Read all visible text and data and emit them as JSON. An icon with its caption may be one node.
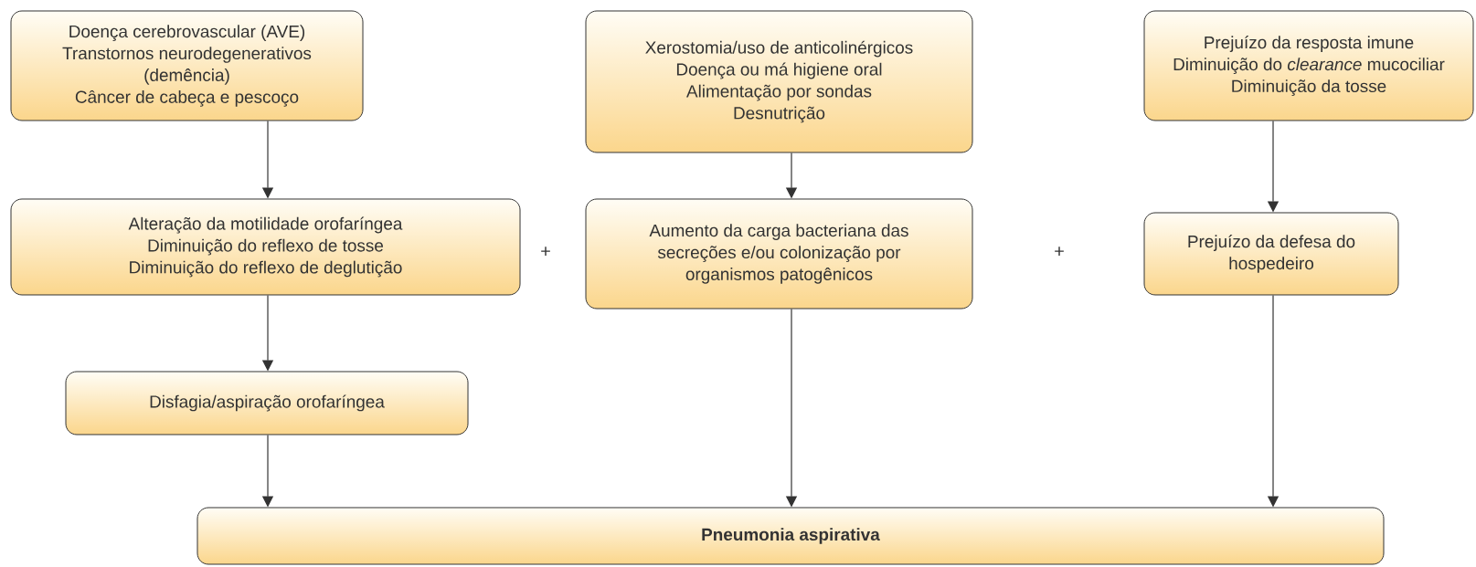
{
  "diagram": {
    "nodes": [
      {
        "text": [
          "Doença cerebrovascular (AVE)",
          "Transtornos neurodegenerativos (demência)",
          "Câncer de cabeça e pescoço"
        ]
      },
      {
        "text": [
          "Xerostomia/uso de anticolinérgicos",
          "Doença ou má higiene oral",
          "Alimentação por sondas",
          "Desnutrição"
        ]
      },
      {
        "text": [
          "Prejuízo da resposta imune",
          "Diminuição do *clearance* mucociliar",
          "Diminuição da tosse"
        ]
      },
      {
        "text": [
          "Alteração da motilidade orofaríngea",
          "Diminuição do reflexo de tosse",
          "Diminuição do reflexo de deglutição"
        ]
      },
      {
        "text": [
          "Aumento da carga bacteriana das secreções e/ou colonização por organismos patogênicos"
        ]
      },
      {
        "text": [
          "Prejuízo da defesa do hospedeiro"
        ]
      },
      {
        "text": [
          "Disfagia/aspiração orofaríngea"
        ]
      },
      {
        "text": [
          "**Pneumonia aspirativa**"
        ]
      }
    ],
    "edges": [
      {
        "from": 0,
        "to": 3,
        "arrow": "to"
      },
      {
        "from": 1,
        "to": 4,
        "arrow": "to"
      },
      {
        "from": 2,
        "to": 5,
        "arrow": "to"
      },
      {
        "from": 3,
        "to": 6,
        "arrow": "to"
      },
      {
        "from": 6,
        "to": 7,
        "arrow": "to"
      },
      {
        "from": 4,
        "to": 7,
        "arrow": "to"
      },
      {
        "from": 5,
        "to": 7,
        "arrow": "to"
      }
    ],
    "labels": [
      "+",
      "+"
    ]
  }
}
